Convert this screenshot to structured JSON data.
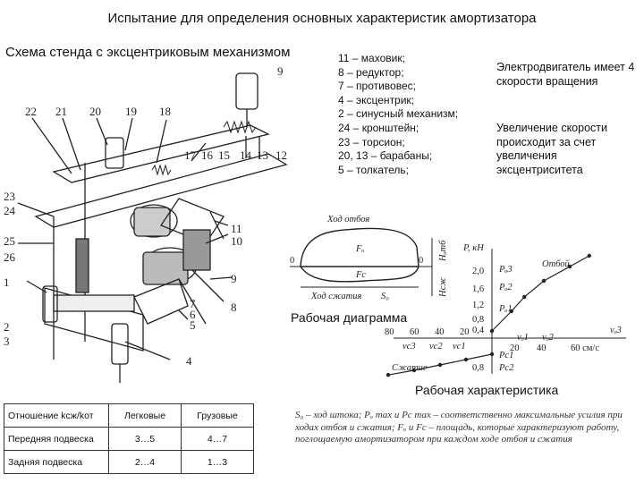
{
  "title": "Испытание для определения основных характеристик амортизатора",
  "subtitle": "Схема стенда с эксцентриковым механизмом",
  "legend": [
    "11 – маховик;",
    "8 – редуктор;",
    "7 – противовес;",
    "4 – эксцентрик;",
    "2 – синусный механизм;",
    "24 – кронштейн;",
    "23 – торсион;",
    "20, 13 – барабаны;",
    "5 – толкатель;"
  ],
  "notes": {
    "motor": "Электродвигатель имеет 4 скорости вращения",
    "speed": "Увеличение скорости происходит за счет увеличения эксцентриситета"
  },
  "captions": {
    "diagram": "Рабочая диаграмма",
    "characteristic": "Рабочая характеристика"
  },
  "scheme_labels": {
    "n22": "22",
    "n21": "21",
    "n20": "20",
    "n19": "19",
    "n18": "18",
    "n17": "17",
    "n16": "16",
    "n15": "15",
    "n14": "14",
    "n13": "13",
    "n12": "12",
    "n9top": "9",
    "n23": "23",
    "n24": "24",
    "n25": "25",
    "n26": "26",
    "n1": "1",
    "n2": "2",
    "n3": "3",
    "n11": "11",
    "n10": "10",
    "n9": "9",
    "n7": "7",
    "n6": "6",
    "n5": "5",
    "n8": "8",
    "n4": "4"
  },
  "work_diagram": {
    "stroke_rebound": "Ход отбоя",
    "stroke_compression": "Ход сжатия",
    "s0": "S₀",
    "fo": "Fₒ",
    "fc": "Fc",
    "h_otb": "Hₒтб",
    "h_szh": "Hсж",
    "zero_left": "0",
    "zero_right": "0"
  },
  "work_characteristic": {
    "p_axis": "P, кН",
    "rebound": "Отбой",
    "compression": "Сжатие",
    "v_unit": "60 см/с",
    "y_ticks": [
      "2,0",
      "1,6",
      "1,2",
      "0,8",
      "0,4"
    ],
    "comp_tick": "0,8",
    "x_ticks_left": [
      "80",
      "60",
      "40",
      "20"
    ],
    "x_ticks_right": [
      "20",
      "40"
    ],
    "point_labels": [
      "Pₒ3",
      "Pₒ2",
      "Pₒ1",
      "Pc1",
      "Pc2"
    ],
    "v_labels": [
      "vc3",
      "vc2",
      "vc1",
      "vₒ1",
      "vₒ2",
      "vₒ3"
    ],
    "rebound_points": [
      [
        0,
        0.2
      ],
      [
        15,
        0.75
      ],
      [
        25,
        1.15
      ],
      [
        40,
        1.6
      ],
      [
        60,
        2.0
      ],
      [
        75,
        2.3
      ]
    ],
    "compression_points": [
      [
        0,
        0.2
      ],
      [
        -20,
        0.35
      ],
      [
        -40,
        0.5
      ],
      [
        -60,
        0.65
      ],
      [
        -80,
        0.78
      ]
    ]
  },
  "table": {
    "header": [
      "Отношение kсж/kот",
      "Легковые",
      "Грузовые"
    ],
    "rows": [
      [
        "Передняя подвеска",
        "3…5",
        "4…7"
      ],
      [
        "Задняя подвеска",
        "2…4",
        "1…3"
      ]
    ]
  },
  "footnote": "S₀ – ход штока; Pₒ max и Pс max – соответственно максимальные усилия при ходах отбоя и сжатия; Fₒ и Fc – площадь, которые характеризуют работу, поглощаемую амортизатором при каждом ходе отбоя и сжатия"
}
